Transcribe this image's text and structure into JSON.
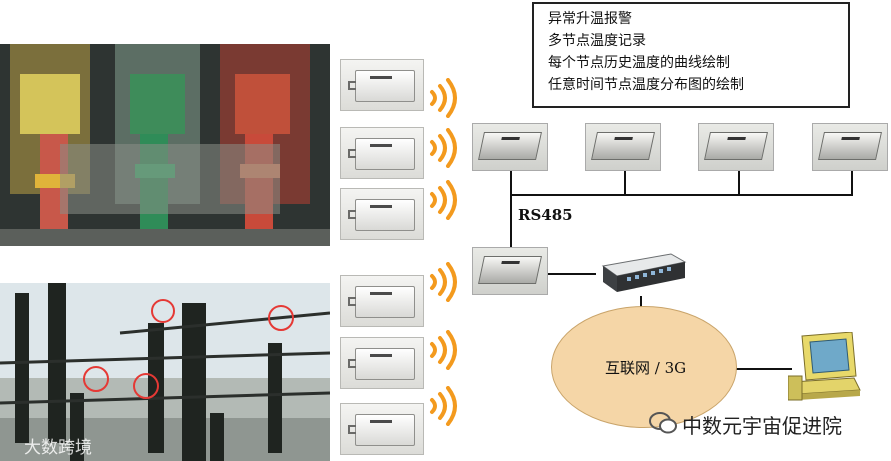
{
  "info_box": {
    "lines": [
      "异常升温报警",
      "多节点温度记录",
      "每个节点历史温度的曲线绘制",
      "任意时间节点温度分布图的绘制"
    ]
  },
  "bus_label": "RS485",
  "network_label": "互联网 / 3G",
  "watermarks": {
    "left": "大数跨境",
    "right": "中数元宇宙促进院"
  },
  "colors": {
    "wifi": "#f39a1e",
    "network_fill": "#f5d6a7",
    "monitor": "#e8d96a"
  }
}
